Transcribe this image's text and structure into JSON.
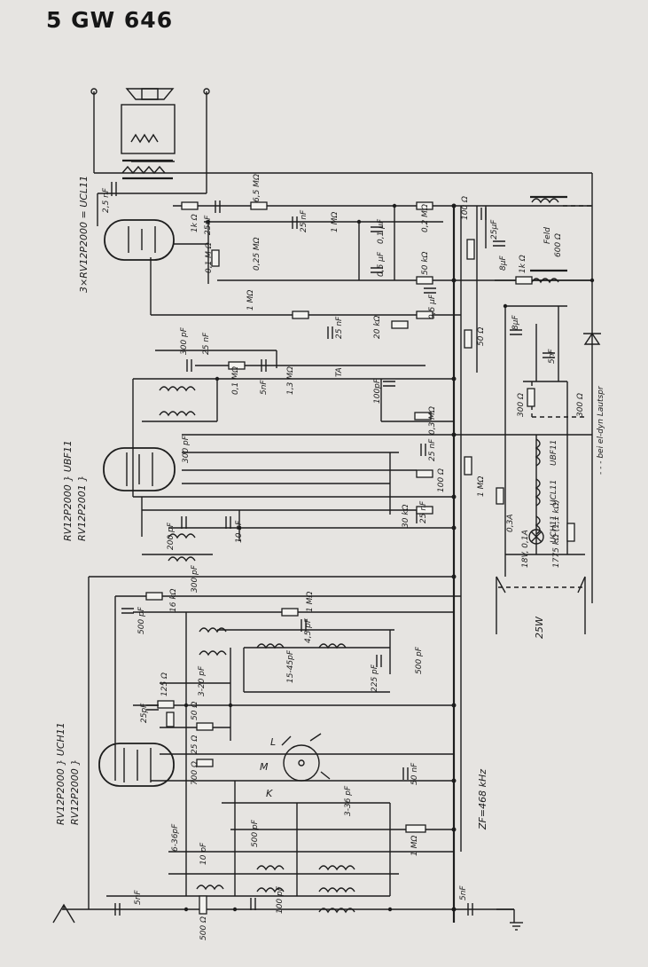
{
  "title": "5 GW 646",
  "labels": {
    "tube_ucl11": "3×RV12P2000 = UCL11",
    "tube_ubf11_l1": "RV12P2000 } UBF11",
    "tube_ubf11_l2": "RV12P2001 }",
    "tube_uch11_l1": "RV12P2000 } UCH11",
    "tube_uch11_l2": "RV12P2000 }",
    "if_freq": "ZF=468 kHz",
    "power": "25W",
    "lamp": "18V, 0,1A",
    "dropper": "1775 kΩ (1,1 kΩ)",
    "fuse": "0,3A",
    "note": "- - - bei el-dyn Lautspr",
    "feld": "Feld",
    "feld_r": "600 Ω",
    "filament_ubf": "UBF11",
    "filament_uch_a": "UCL11",
    "filament_uch_b": "UCH11",
    "ta": "TA",
    "sw_l": "L",
    "sw_m": "M",
    "sw_k": "K",
    "c_2_5nF": "2,5 nF",
    "r_1k": "1k Ω",
    "c_25nF_a": "25nF",
    "r_6_5M": "6,5 MΩ",
    "c_25nF_b": "25 nF",
    "r_1M_pot": "1 MΩ",
    "c_0_1uF": "0,1 µF",
    "r_0_2M": "0,2 MΩ",
    "r_100": "100 Ω",
    "c_25uF": "25µF",
    "r_0_1M_a": "0,1 M Ω",
    "r_0_25M": "0,25 MΩ",
    "c_0_5uF": "0,5 µF",
    "r_50k": "50 kΩ",
    "c_8uF_a": "8µF",
    "r_1k_b": "1k Ω",
    "r_1M_b": "1 MΩ",
    "c_0_5uF_b": "0,5 µF",
    "r_20k": "20 kΩ",
    "c_25nF_c": "25 nF",
    "c_8uF_b": "8µF",
    "c_300pF_a": "300 pF",
    "c_25nF_d": "25 nF",
    "r_50": "50 Ω",
    "c_5nF_a": "5nF",
    "r_0_1M_b": "0,1 MΩ",
    "c_5nF_b": "5nF",
    "r_1_3M": "1,3 MΩ",
    "c_100pF_a": "100pF",
    "r_300_a": "300 Ω",
    "r_300_b": "300 Ω",
    "r_0_3M": "0,3 MΩ",
    "c_300pF_b": "300 pF",
    "c_25nF_e": "25 nF",
    "r_1M_c": "1 MΩ",
    "c_100pF_b": "100 Ω",
    "r_30k": "30 kΩ",
    "c_25nF_f": "25 nF",
    "c_200pF": "200 pF",
    "c_10nF": "10 nF",
    "c_300pF_c": "300 pF",
    "r_16k": "16 kΩ",
    "c_500pF_a": "500 pF",
    "r_1M_d": "1 MΩ",
    "c_4_5pF": "4,5 pF",
    "c_15_45pF": "15-45pF",
    "c_500pF_b": "500 pF",
    "c_225pF": "225 pF",
    "r_125": "125 Ω",
    "c_3_20pF": "3-20 pF",
    "c_25pF": "25pF",
    "r_50_b": "50 Ω",
    "r_25_b": "25 Ω",
    "r_700": "700 Ω",
    "c_50nF": "50 nF",
    "c_3_36pF": "3-36 pF",
    "r_1M_e": "1 MΩ",
    "c_6_36pF": "6-36pF",
    "c_500pF_c": "500 pF",
    "c_10pF": "10 pF",
    "c_100pF_c": "100 pF",
    "c_5nF_c": "5nF",
    "r_500": "500 Ω",
    "c_5nF_d": "5nF"
  }
}
